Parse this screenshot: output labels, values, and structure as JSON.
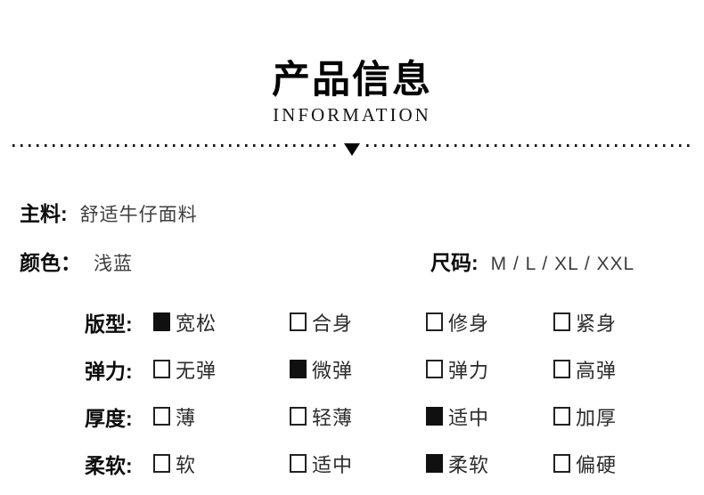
{
  "header": {
    "title": "产品信息",
    "subtitle": "INFORMATION"
  },
  "info": {
    "material": {
      "label": "主料:",
      "value": "舒适牛仔面料"
    },
    "color": {
      "label": "颜色：",
      "value": "浅蓝"
    },
    "size": {
      "label": "尺码:",
      "value": "M / L / XL / XXL"
    }
  },
  "specs": {
    "rows": [
      {
        "label": "版型:",
        "options": [
          {
            "text": "宽松",
            "checked": true
          },
          {
            "text": "合身",
            "checked": false
          },
          {
            "text": "修身",
            "checked": false
          },
          {
            "text": "紧身",
            "checked": false
          }
        ]
      },
      {
        "label": "弹力:",
        "options": [
          {
            "text": "无弹",
            "checked": false
          },
          {
            "text": "微弹",
            "checked": true
          },
          {
            "text": "弹力",
            "checked": false
          },
          {
            "text": "高弹",
            "checked": false
          }
        ]
      },
      {
        "label": "厚度:",
        "options": [
          {
            "text": "薄",
            "checked": false
          },
          {
            "text": "轻薄",
            "checked": false
          },
          {
            "text": "适中",
            "checked": true
          },
          {
            "text": "加厚",
            "checked": false
          }
        ]
      },
      {
        "label": "柔软:",
        "options": [
          {
            "text": "软",
            "checked": false
          },
          {
            "text": "适中",
            "checked": false
          },
          {
            "text": "柔软",
            "checked": true
          },
          {
            "text": "偏硬",
            "checked": false
          }
        ]
      }
    ]
  },
  "colors": {
    "ink": "#101010",
    "value_text": "#3d3d3d"
  }
}
